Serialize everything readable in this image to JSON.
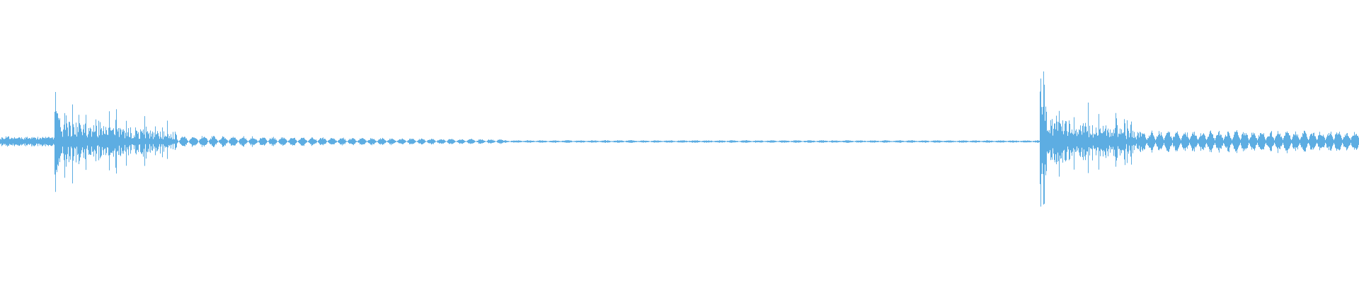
{
  "waveform": {
    "color": "#5dade2",
    "background": "#ffffff",
    "duration_fraction_segments": [
      {
        "start": 0.0,
        "end": 0.04,
        "level": 0.06,
        "style": "noise"
      },
      {
        "start": 0.04,
        "end": 0.043,
        "level": 0.98,
        "style": "spike"
      },
      {
        "start": 0.043,
        "end": 0.13,
        "level": 0.45,
        "style": "burst-decay"
      },
      {
        "start": 0.13,
        "end": 0.37,
        "level": 0.08,
        "style": "pulses-decay"
      },
      {
        "start": 0.37,
        "end": 0.765,
        "level": 0.015,
        "style": "quiet-pulses"
      },
      {
        "start": 0.765,
        "end": 0.77,
        "level": 0.95,
        "style": "spike"
      },
      {
        "start": 0.77,
        "end": 0.84,
        "level": 0.5,
        "style": "burst-decay"
      },
      {
        "start": 0.84,
        "end": 1.0,
        "level": 0.12,
        "style": "pulses"
      }
    ]
  }
}
